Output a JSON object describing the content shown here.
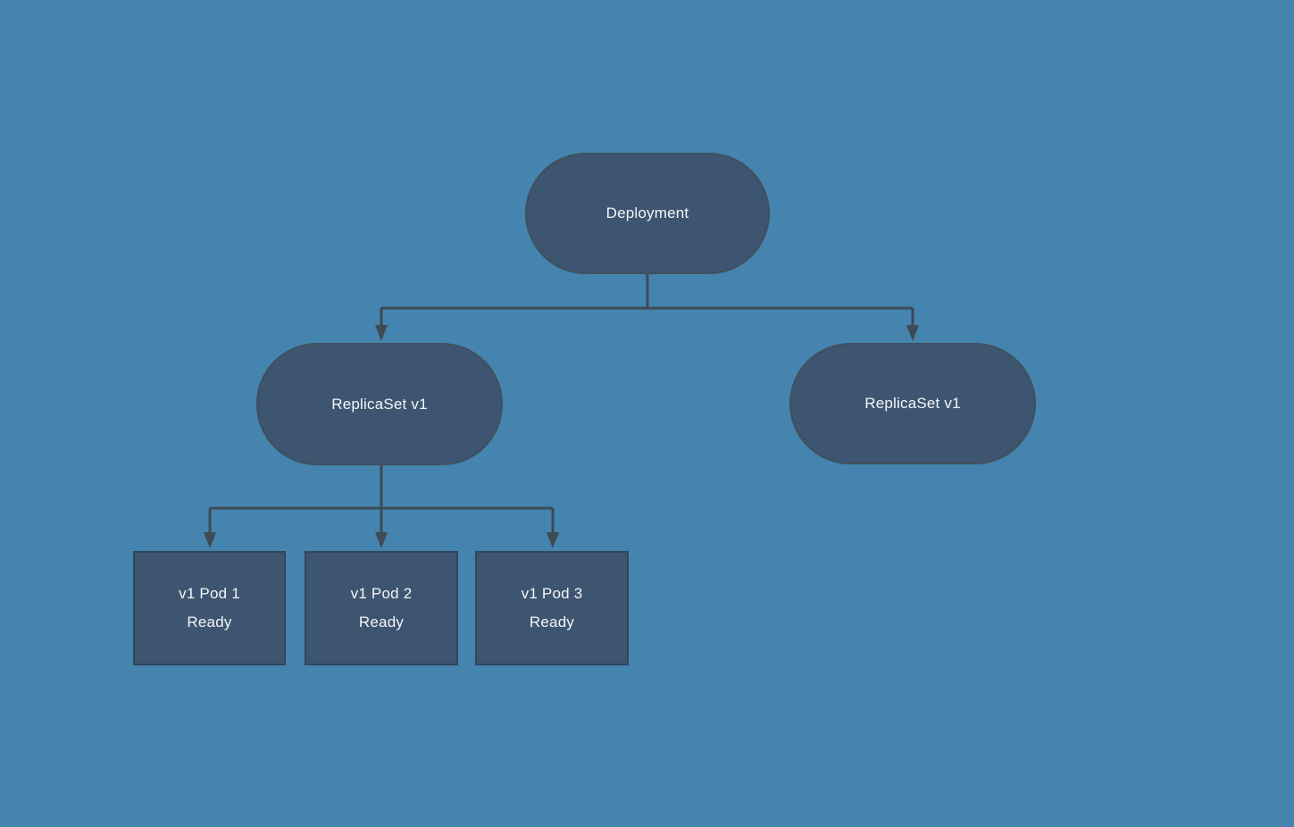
{
  "colors": {
    "background": "#4484ae",
    "node_fill": "#3d5570",
    "node_border": "#40505d",
    "pod_border": "#31455b",
    "connector": "#3e4a54",
    "text": "#f4f6f8"
  },
  "nodes": {
    "deployment": {
      "label": "Deployment"
    },
    "replicaset_left": {
      "label": "ReplicaSet v1"
    },
    "replicaset_right": {
      "label": "ReplicaSet v1"
    },
    "pod1": {
      "name": "v1 Pod 1",
      "status": "Ready"
    },
    "pod2": {
      "name": "v1 Pod 2",
      "status": "Ready"
    },
    "pod3": {
      "name": "v1 Pod 3",
      "status": "Ready"
    }
  }
}
